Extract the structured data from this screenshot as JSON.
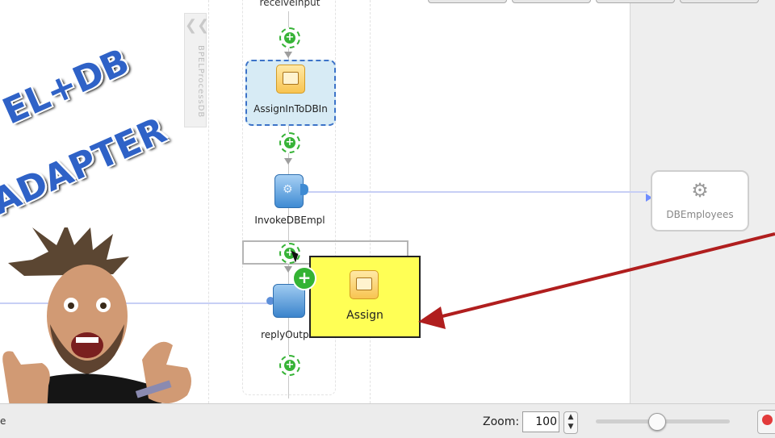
{
  "canvas": {
    "top_activity_label": "receiveInput",
    "collapse_tab_label": "BPELProcessDB",
    "activities": [
      {
        "name": "AssignInToDBIn"
      },
      {
        "name": "InvokeDBEmpl"
      },
      {
        "name": "replyOutput"
      }
    ],
    "partner_link": {
      "name": "DBEmployees"
    },
    "drag_item": {
      "label": "Assign"
    }
  },
  "overlay": {
    "line1": "EL+DB",
    "line2": "ADAPTER"
  },
  "statusbar": {
    "zoom_label": "Zoom:",
    "zoom_value": "100",
    "zoom_slider_level": 0.45,
    "left_text": "e"
  },
  "colors": {
    "accent_blue": "#3c73c8",
    "drag_yellow": "#ffff55",
    "add_green": "#37b337",
    "arrow_red": "#b01e1e"
  },
  "icons": [
    "collapse-icon",
    "assign-icon",
    "invoke-icon",
    "reply-icon",
    "gear-icon",
    "plus-icon",
    "cursor-icon",
    "search-icon"
  ]
}
